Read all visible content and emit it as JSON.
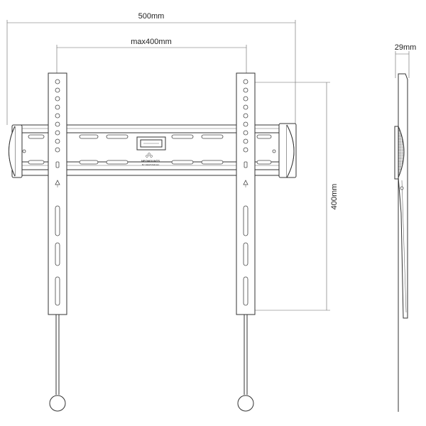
{
  "dimensions": {
    "overall_width": "500mm",
    "vesa_max": "max400mm",
    "vertical_vesa": "400mm",
    "depth": "29mm"
  },
  "logo": {
    "brand": "NEOMOUNTS",
    "sub": "BY NEWSTAR.EU"
  },
  "colors": {
    "line": "#333333",
    "dimension_line": "#666666",
    "grip_fill": "#555555",
    "background": "#ffffff"
  }
}
